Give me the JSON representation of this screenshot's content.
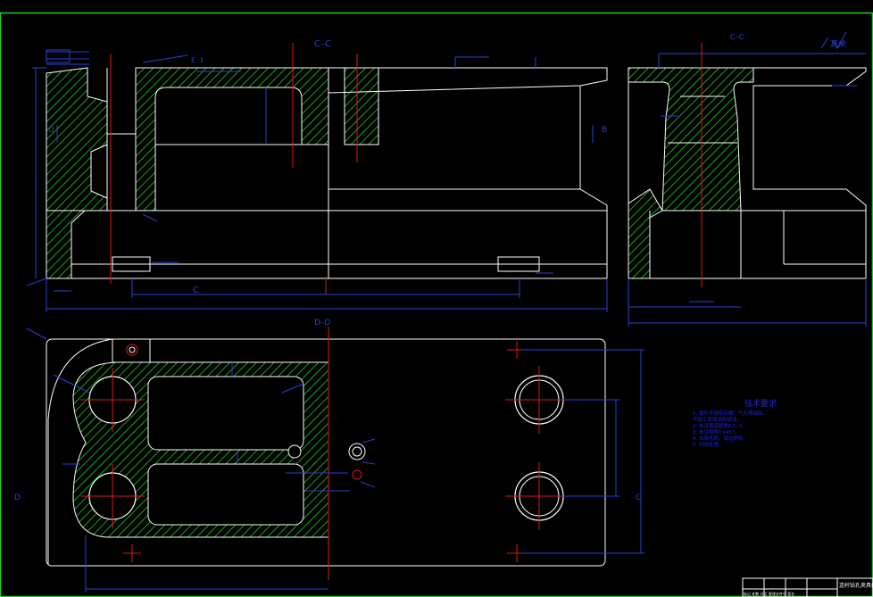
{
  "frame": {
    "border_color": "#22cc22",
    "line_color": "#ffffff",
    "dim_color": "#2b3fd6",
    "center_color": "#e01919",
    "hatch_color": "#1bd11b",
    "note_color": "#1c24e0"
  },
  "views": {
    "front_section_label": "C–C",
    "side_section_label": "C–C",
    "plan_section_label": "D–D",
    "side_roughness_label": "其余",
    "plan_left_marker": "D",
    "plan_right_marker": "C",
    "front_marker_left": "D",
    "front_marker_right": "B",
    "front_bottom_marker": "C",
    "front_top_marker": "E"
  },
  "notes": {
    "title": "技术要求",
    "lines": [
      "1. 铸件不得有砂眼、气孔等缺陷，",
      "   不加工表面涂防锈漆。",
      "2. 未注铸造圆角R3~5。",
      "3. 未注倒角1×45°。",
      "4. 去除毛刺，锐边倒钝。",
      "5. 时效处理。"
    ]
  },
  "title_block": {
    "name": "连杆钻孔夹具体",
    "row_text": "标记 处数 分区 更改文件号 签名"
  }
}
